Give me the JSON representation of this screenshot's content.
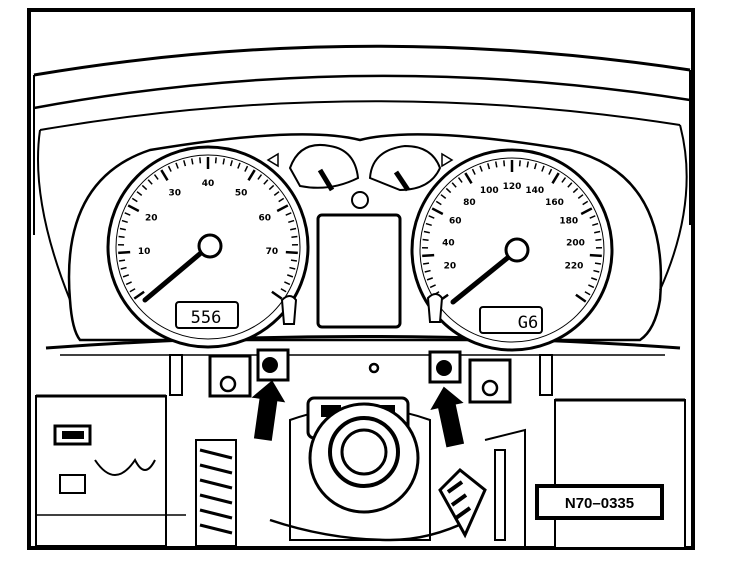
{
  "figure": {
    "reference_code": "N70–0335",
    "speedometer": {
      "scale_labels": [
        "10",
        "20",
        "30",
        "40",
        "50",
        "60",
        "70"
      ],
      "display_value": "556"
    },
    "tachometer": {
      "scale_labels": [
        "20",
        "40",
        "60",
        "80",
        "100",
        "120",
        "140",
        "160",
        "180",
        "200",
        "220"
      ],
      "display_value": "G6"
    },
    "arrows": [
      {
        "points_to": "left-mounting-screw"
      },
      {
        "points_to": "right-mounting-screw"
      }
    ]
  }
}
